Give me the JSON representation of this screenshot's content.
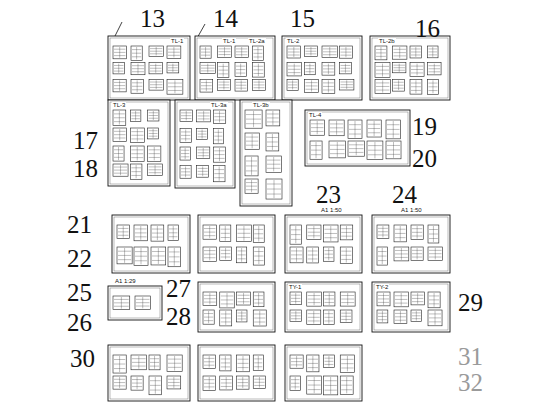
{
  "diagram": {
    "labels": [
      "13",
      "TL-1",
      "14",
      "TL-1",
      "TL-2a",
      "15",
      "TL-2",
      "16",
      "TL-2b",
      "17",
      "18",
      "TL-3",
      "TL-3a",
      "TL-3b",
      "TL-4",
      "19",
      "20",
      "23",
      "A1 1:50",
      "24",
      "A1 1:50",
      "21",
      "22",
      "A1 1:29",
      "25",
      "26",
      "27",
      "28",
      "TY-1",
      "TY-2",
      "29",
      "30",
      "31",
      "32"
    ]
  }
}
